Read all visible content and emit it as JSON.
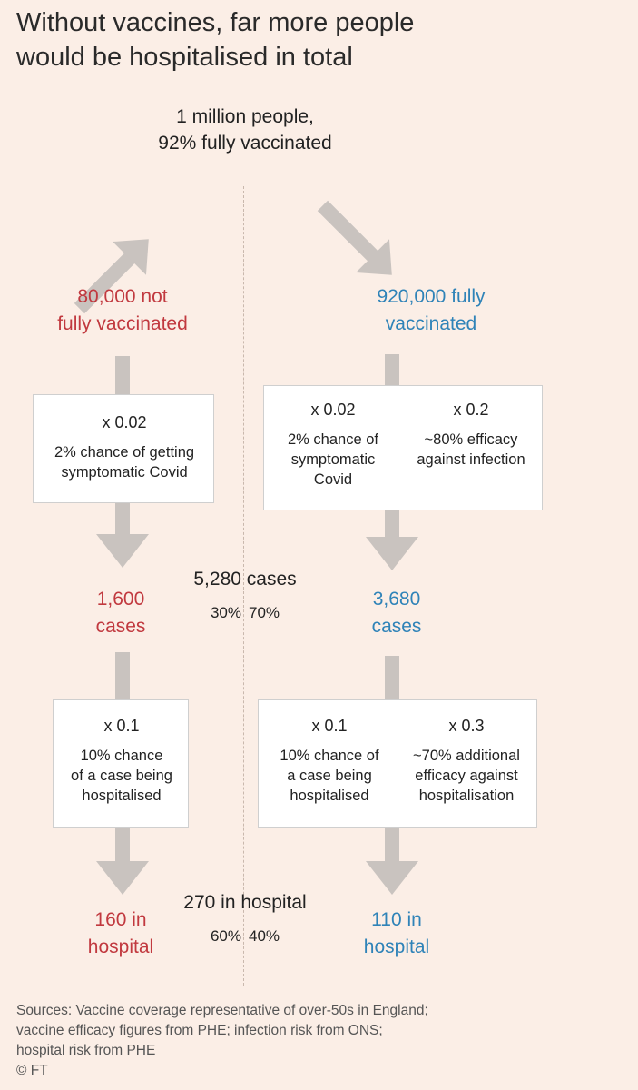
{
  "title": {
    "line1": "Without vaccines, far more people",
    "line2": "would be hospitalised in total"
  },
  "root": {
    "line1": "1 million people,",
    "line2": "92% fully vaccinated"
  },
  "left": {
    "group_line1": "80,000 not",
    "group_line2": "fully vaccinated",
    "box1": {
      "factor": "x 0.02",
      "desc_line1": "2% chance of getting",
      "desc_line2": "symptomatic Covid"
    },
    "cases_line1": "1,600",
    "cases_line2": "cases",
    "box2": {
      "factor": "x 0.1",
      "desc_line1": "10% chance",
      "desc_line2": "of a case being",
      "desc_line3": "hospitalised"
    },
    "hospital_line1": "160 in",
    "hospital_line2": "hospital"
  },
  "right": {
    "group_line1": "920,000 fully",
    "group_line2": "vaccinated",
    "box1": {
      "col1": {
        "factor": "x 0.02",
        "desc_line1": "2% chance of",
        "desc_line2": "symptomatic",
        "desc_line3": "Covid"
      },
      "col2": {
        "factor": "x 0.2",
        "desc_line1": "~80% efficacy",
        "desc_line2": "against infection"
      }
    },
    "cases_line1": "3,680",
    "cases_line2": "cases",
    "box2": {
      "col1": {
        "factor": "x 0.1",
        "desc_line1": "10% chance of",
        "desc_line2": "a case being",
        "desc_line3": "hospitalised"
      },
      "col2": {
        "factor": "x 0.3",
        "desc_line1": "~70% additional",
        "desc_line2": "efficacy against",
        "desc_line3": "hospitalisation"
      }
    },
    "hospital_line1": "110 in",
    "hospital_line2": "hospital"
  },
  "center": {
    "cases_total": "5,280 cases",
    "cases_split_left": "30%",
    "cases_split_right": "70%",
    "hospital_total": "270 in hospital",
    "hospital_split_left": "60%",
    "hospital_split_right": "40%"
  },
  "sources": {
    "line1": "Sources: Vaccine coverage representative of over-50s in England;",
    "line2": "vaccine efficacy figures from PHE; infection risk from ONS;",
    "line3": "hospital risk from PHE",
    "line4": "© FT"
  },
  "colors": {
    "background": "#fbeee6",
    "not_vaccinated": "#c1393f",
    "vaccinated": "#2f83b8",
    "arrow": "#c9c3bf"
  }
}
